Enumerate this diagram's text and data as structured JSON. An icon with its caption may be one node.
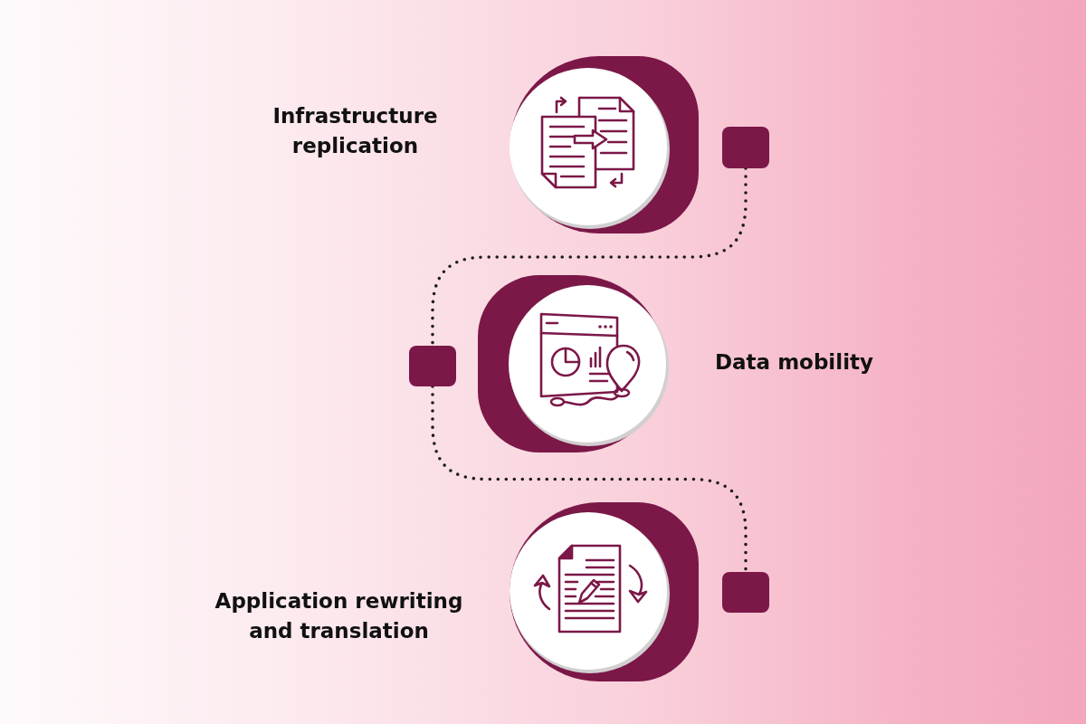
{
  "diagram": {
    "nodes": [
      {
        "text": [],
        "shape": "circle",
        "beside": [
          "Infrastructure replication"
        ]
      },
      {
        "text": [],
        "shape": "box"
      },
      {
        "text": [],
        "shape": "circle",
        "beside": [
          "Data mobility"
        ]
      },
      {
        "text": [],
        "shape": "box"
      },
      {
        "text": [],
        "shape": "circle",
        "beside": [
          "Application rewriting and translation"
        ]
      },
      {
        "text": [],
        "shape": "box"
      }
    ],
    "edges": [
      {
        "from": 1,
        "to": 3,
        "arrow": "none",
        "style": "dashed"
      },
      {
        "from": 3,
        "to": 5,
        "arrow": "none",
        "style": "dashed"
      }
    ]
  }
}
